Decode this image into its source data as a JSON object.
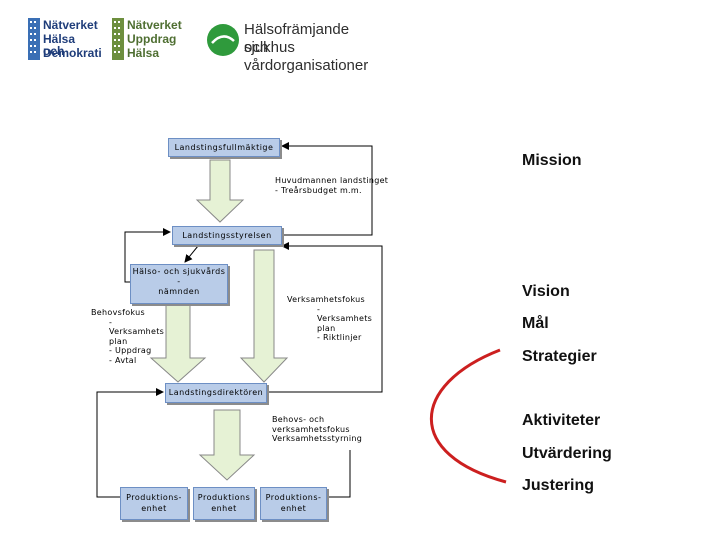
{
  "logos": {
    "logo1": [
      "Nätverket",
      "Hälsa och",
      "Demokrati"
    ],
    "logo2": [
      "Nätverket",
      "Uppdrag",
      "Hälsa"
    ],
    "logo3": [
      "Hälsofrämjande sjukhus",
      "och vårdorganisationer"
    ]
  },
  "diagram": {
    "box_landstingsfullmaktige": "Landstingsfullmäktige",
    "note_huvudmannen": [
      "Huvudmannen landstinget",
      "- Treårsbudget m.m."
    ],
    "box_landstingsstyrelsen": "Landstingsstyrelsen",
    "box_namnden": [
      "Hälso- och sjukvårds",
      "-",
      "nämnden"
    ],
    "note_behovsfokus": [
      "Behovsfokus",
      "-",
      "Verksamhets",
      "plan",
      "- Uppdrag",
      "- Avtal"
    ],
    "note_verksamhetsfokus": [
      "Verksamhetsfokus",
      "-",
      "Verksamhets",
      "plan",
      "- Riktlinjer"
    ],
    "box_landstingsdirektoren": "Landstingsdirektören",
    "note_behovs_och": [
      "Behovs- och",
      "verksamhetsfokus",
      "Verksamhetsstyrning"
    ],
    "box_produktion1": [
      "Produktions-",
      "enhet"
    ],
    "box_produktion2": [
      "Produktions",
      "enhet"
    ],
    "box_produktion3": [
      "Produktions-",
      "enhet"
    ]
  },
  "labels": {
    "mission": "Mission",
    "vision": "Vision",
    "mal": "Mål",
    "strategier": "Strategier",
    "aktiviteter": "Aktiviteter",
    "utvardering": "Utvärdering",
    "justering": "Justering"
  },
  "colors": {
    "box_fill": "#b9cce8",
    "box_border": "#6d8fc4",
    "arrow_fill": "#e6f2d5",
    "arrow_stroke": "#888888",
    "curve_red": "#cc1f1f",
    "logo_blue": "#1f3d7a",
    "logo_green": "#4f6f32",
    "hfs_green": "#2f9a3c"
  }
}
